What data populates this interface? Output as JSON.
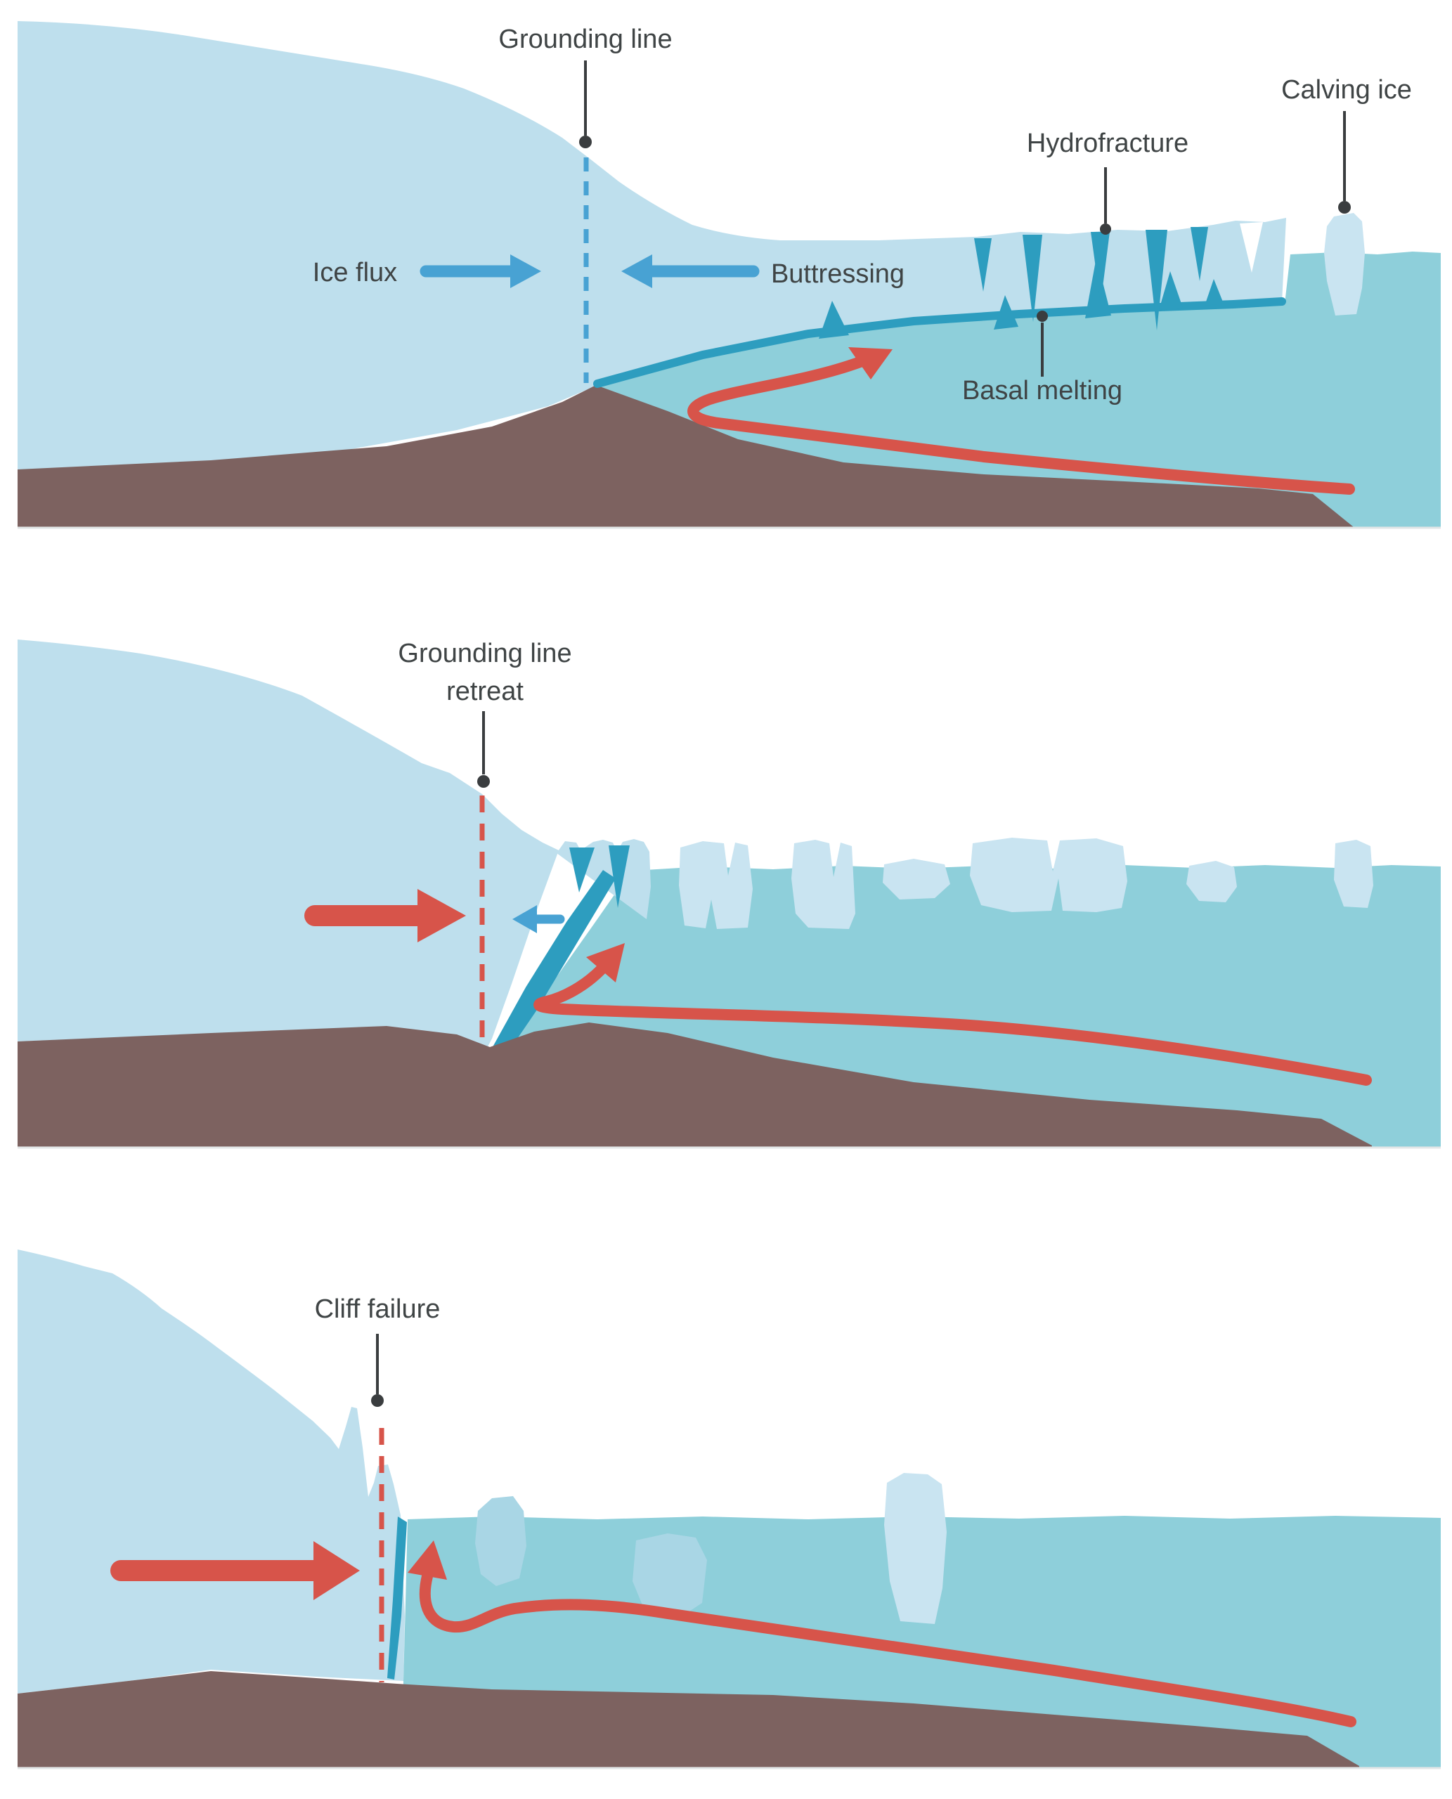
{
  "palette": {
    "background": "#ffffff",
    "ice": "#bedfed",
    "berg": "#c9e4f1",
    "berg_sub": "#a9d6e5",
    "ocean": "#8ecfda",
    "melt": "#2d9dbf",
    "bedrock": "#7d6260",
    "red": "#d7544a",
    "blue": "#48a2d3",
    "text": "#3f4445",
    "leader": "#3a3d3f",
    "panel_edge": "#e2e6e7"
  },
  "figure": {
    "description": "Three-panel diagram of marine ice sheet retreat processes",
    "panels": [
      {
        "id": "stable-ice-shelf",
        "labels": {
          "grounding_line": "Grounding line",
          "ice_flux": "Ice flux",
          "buttressing": "Buttressing",
          "hydrofracture": "Hydrofracture",
          "calving_ice": "Calving ice",
          "basal_melting": "Basal melting"
        }
      },
      {
        "id": "grounding-line-retreat",
        "labels": {
          "title_line1": "Grounding line",
          "title_line2": "retreat"
        }
      },
      {
        "id": "cliff-failure",
        "labels": {
          "cliff_failure": "Cliff failure"
        }
      }
    ]
  }
}
